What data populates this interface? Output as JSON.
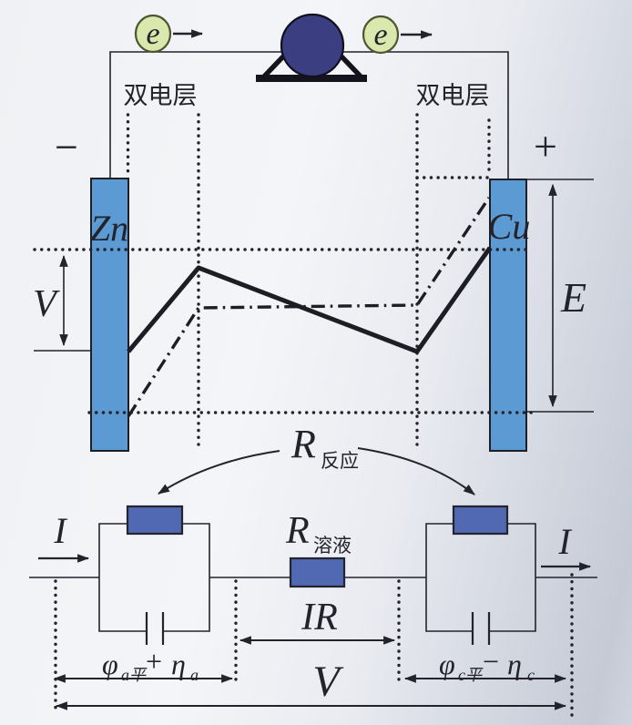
{
  "colors": {
    "line": "#23232c",
    "electrode_fill": "#5b9ad2",
    "electrode_stroke": "#1c2026",
    "resistor_fill": "#5168b2",
    "resistor_stroke": "#23242e",
    "meter_fill": "#3b3f82",
    "meter_stroke": "#10101f",
    "electron_fill": "#d9e8ac",
    "electron_stroke": "#4e5430",
    "electron_text": "#3a4a20"
  },
  "cell": {
    "electron_left": "e",
    "electron_right": "e",
    "double_layer_left": "双电层",
    "double_layer_right": "双电层",
    "minus_terminal": "−",
    "plus_terminal": "+",
    "anode_label": "Zn",
    "cathode_label": "Cu",
    "terminal_voltage_label": "V",
    "emf_label": "E"
  },
  "resistances": {
    "reaction_base": "R",
    "reaction_sub": "反应",
    "solution_base": "R",
    "solution_sub": "溶液"
  },
  "circuit": {
    "current_left": "I",
    "current_right": "I",
    "ir_label": "IR",
    "anode_potential": {
      "phi": "φ",
      "phi_sub": "a平",
      "op": "+",
      "eta": "η",
      "eta_sub": "a"
    },
    "cathode_potential": {
      "phi": "φ",
      "phi_sub": "c平",
      "op": "−",
      "eta": "η",
      "eta_sub": "c"
    },
    "total_voltage_label": "V"
  }
}
